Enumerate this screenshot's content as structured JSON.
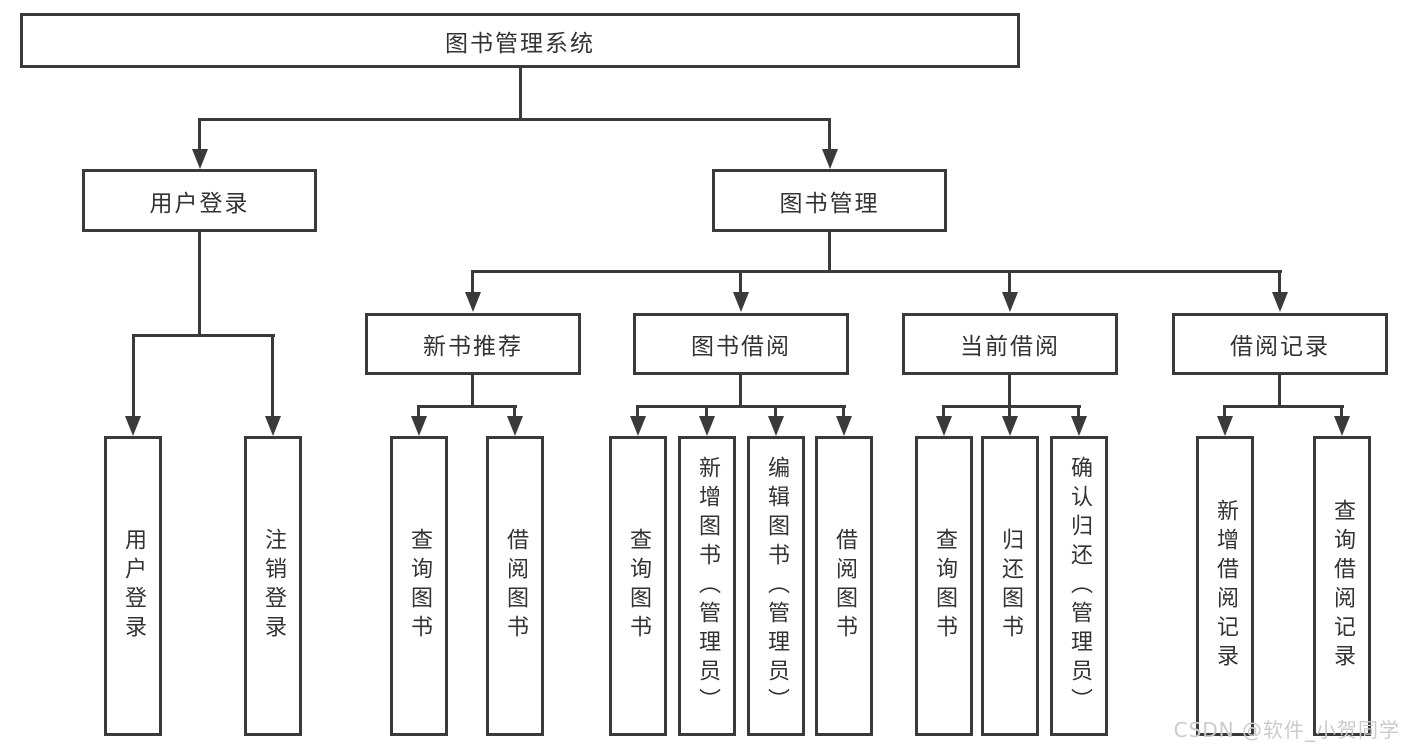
{
  "diagram": {
    "type": "hierarchy-tree",
    "tree": {
      "root": {
        "label": "图书管理系统",
        "children": [
          {
            "label": "用户登录",
            "children": [
              {
                "label": "用户登录"
              },
              {
                "label": "注销登录"
              }
            ]
          },
          {
            "label": "图书管理",
            "children": [
              {
                "label": "新书推荐",
                "children": [
                  {
                    "label": "查询图书"
                  },
                  {
                    "label": "借阅图书"
                  }
                ]
              },
              {
                "label": "图书借阅",
                "children": [
                  {
                    "label": "查询图书"
                  },
                  {
                    "label": "新增图书（管理员）"
                  },
                  {
                    "label": "编辑图书（管理员）"
                  },
                  {
                    "label": "借阅图书"
                  }
                ]
              },
              {
                "label": "当前借阅",
                "children": [
                  {
                    "label": "查询图书"
                  },
                  {
                    "label": "归还图书"
                  },
                  {
                    "label": "确认归还（管理员）"
                  }
                ]
              },
              {
                "label": "借阅记录",
                "children": [
                  {
                    "label": "新增借阅记录"
                  },
                  {
                    "label": "查询借阅记录"
                  }
                ]
              }
            ]
          }
        ]
      }
    },
    "colors": {
      "line": "#3a3a3a",
      "text": "#333333",
      "background": "#ffffff",
      "watermark": "#cbcbcb"
    }
  },
  "watermark": {
    "text": "CSDN @软件_小贺同学"
  }
}
